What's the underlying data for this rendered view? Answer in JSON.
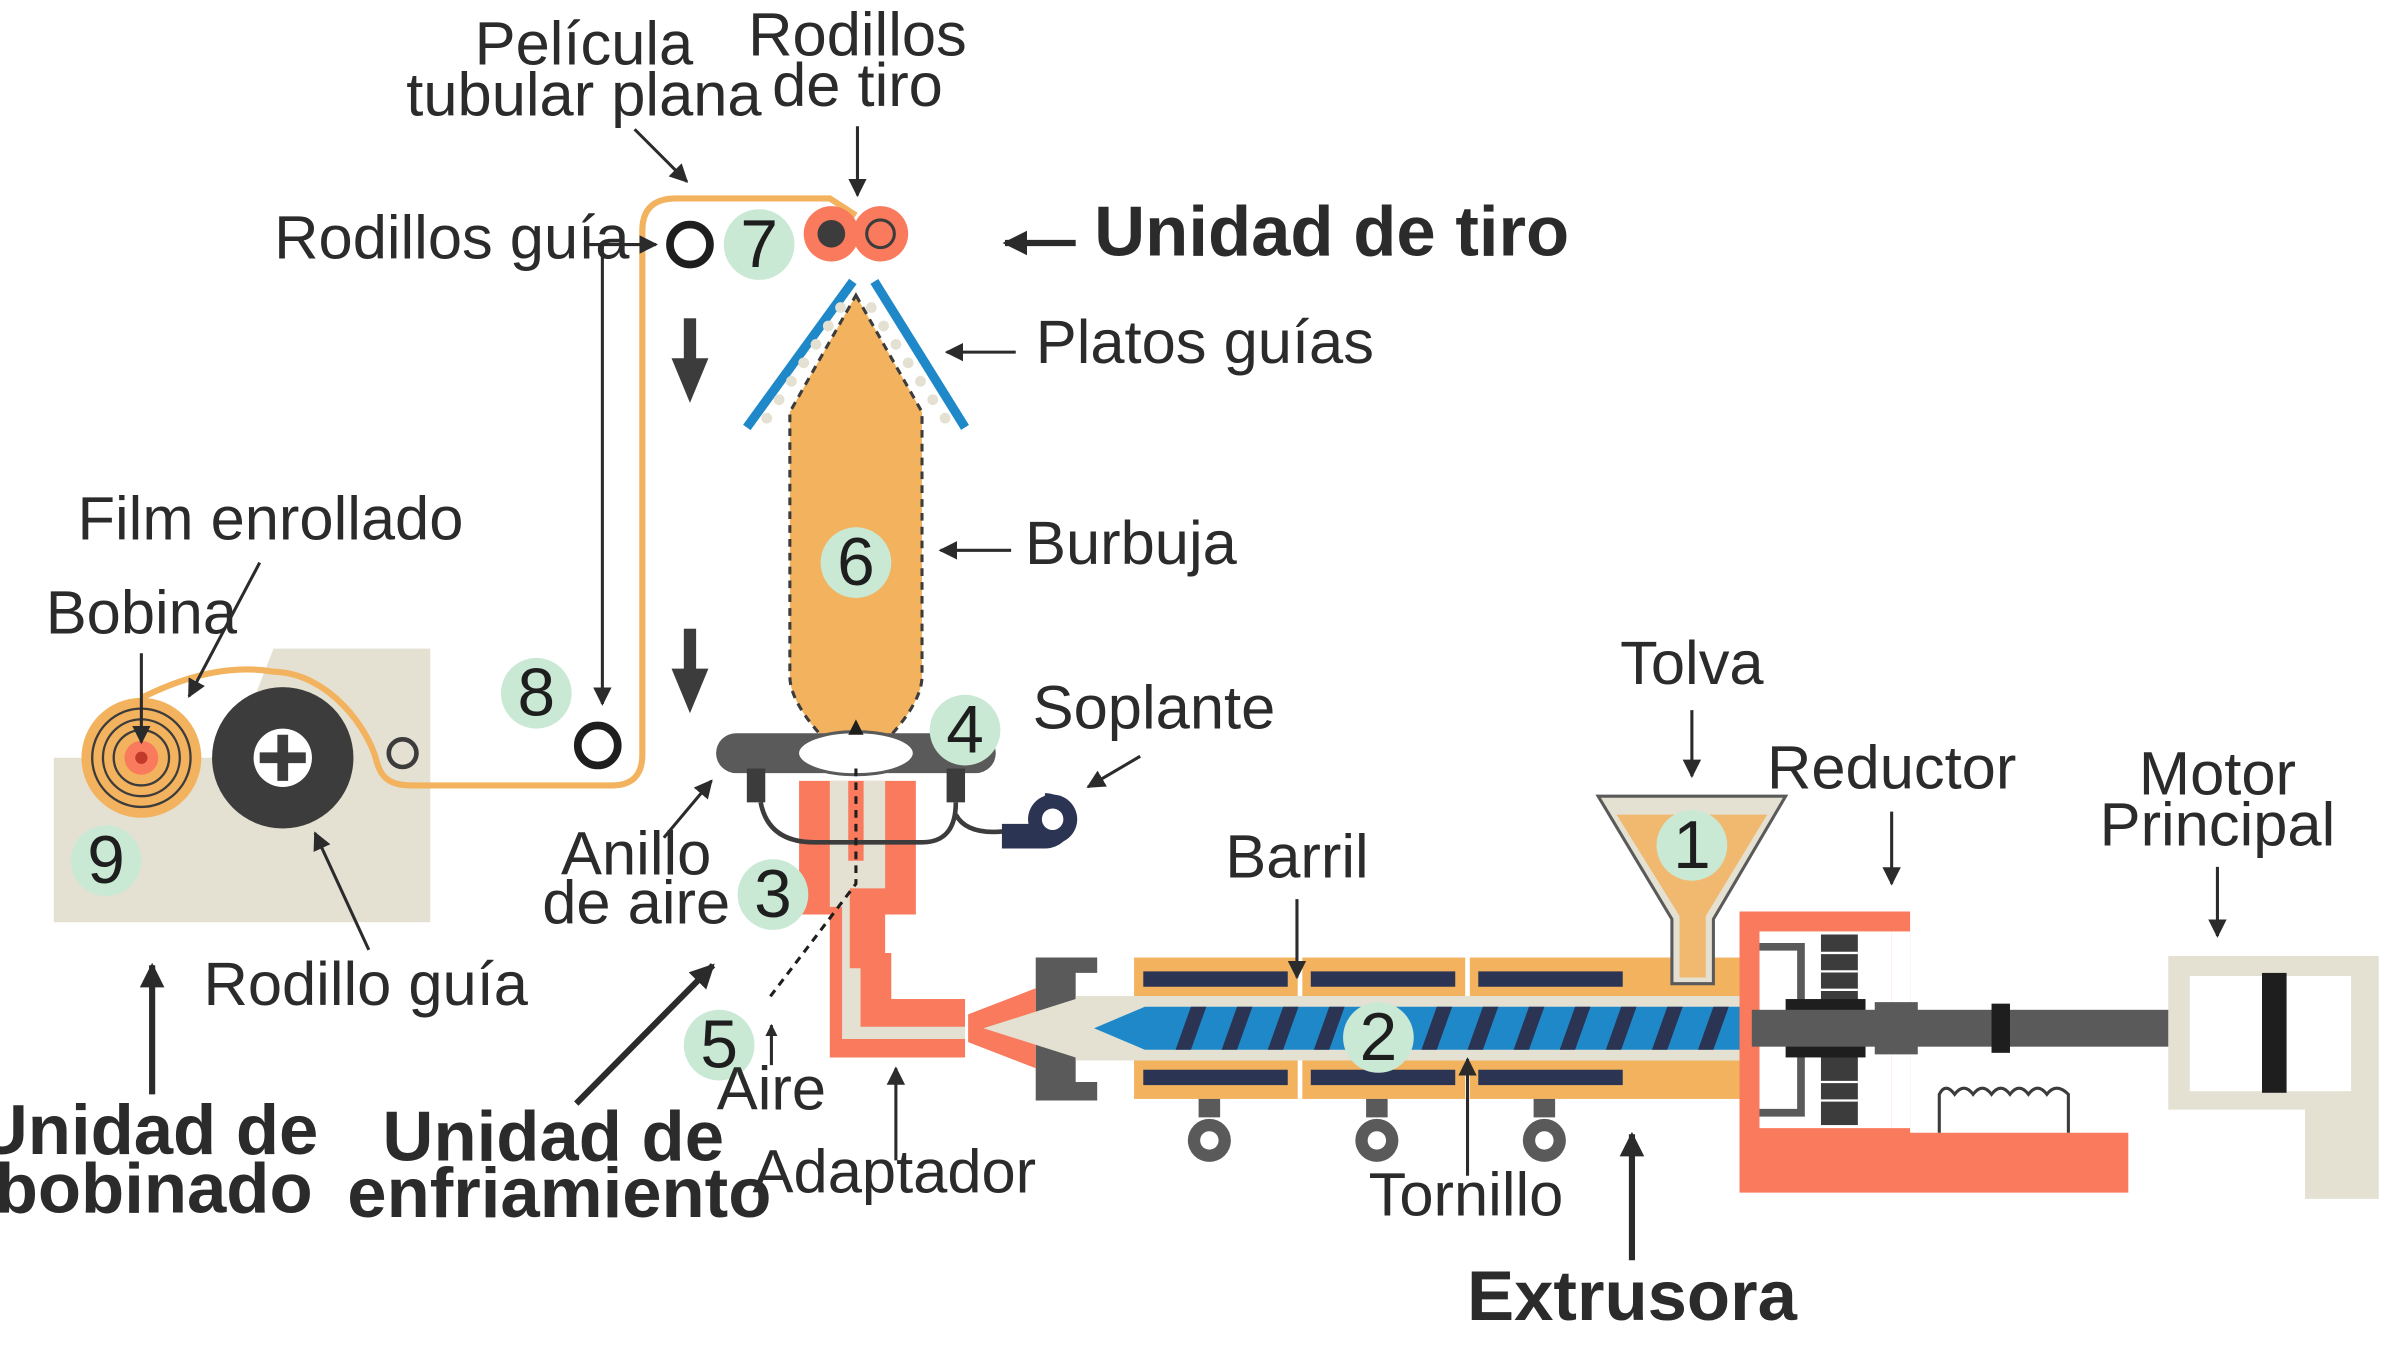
{
  "labels": {
    "pelicula": [
      "Película",
      "tubular plana"
    ],
    "rodillos_tiro": [
      "Rodillos",
      "de tiro"
    ],
    "rodillos_guia": "Rodillos guía",
    "unidad_tiro": "Unidad de tiro",
    "platos_guias": "Platos guías",
    "film_enrollado": "Film enrollado",
    "bobina": "Bobina",
    "burbuja": "Burbuja",
    "soplante": "Soplante",
    "tolva": "Tolva",
    "reductor": "Reductor",
    "motor": [
      "Motor",
      "Principal"
    ],
    "barril": "Barril",
    "anillo": [
      "Anillo",
      "de aire"
    ],
    "rodillo_guia": "Rodillo guía",
    "unidad_bobinado": [
      "Unidad de",
      "bobinado"
    ],
    "unidad_enfriamiento": [
      "Unidad de",
      "enfriamiento"
    ],
    "aire": "Aire",
    "adaptador": "Adaptador",
    "tornillo": "Tornillo",
    "extrusora": "Extrusora"
  },
  "steps": [
    "1",
    "2",
    "3",
    "4",
    "5",
    "6",
    "7",
    "8",
    "9"
  ],
  "colors": {
    "salmon": "#f97a5c",
    "film": "#f2b25e",
    "dark": "#3c3c3c",
    "blue": "#1e88c9",
    "beige": "#e4e1d2",
    "navy": "#2c3454",
    "badge": "#c9e9d5",
    "text": "#2b2b2b"
  }
}
